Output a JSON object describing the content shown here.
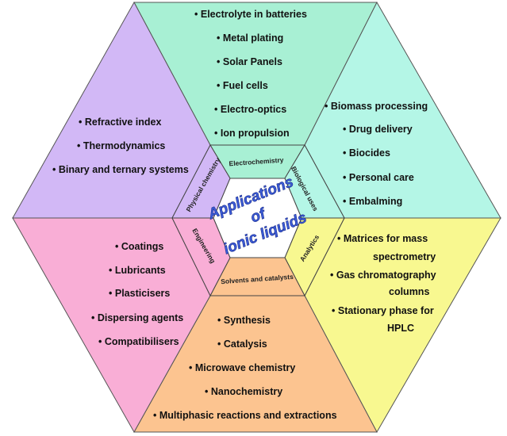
{
  "center": {
    "lines": [
      "Applications",
      "of",
      "ionic liquids"
    ],
    "color": "#3b5cd9"
  },
  "colors": {
    "top": "#a8f0d4",
    "upper_right": "#b4f6e6",
    "lower_right": "#f8f890",
    "bottom": "#fcc490",
    "lower_left": "#f9aed6",
    "upper_left": "#d2b8f6"
  },
  "sectors": [
    {
      "key": "top",
      "band": "Electrochemistry",
      "items": [
        "Electrolyte in batteries",
        "Metal plating",
        "Solar Panels",
        "Fuel cells",
        "Electro-optics",
        "Ion propulsion"
      ]
    },
    {
      "key": "upper_right",
      "band": "Biological uses",
      "items": [
        "Biomass processing",
        "Drug delivery",
        "Biocides",
        "Personal care",
        "Embalming"
      ]
    },
    {
      "key": "lower_right",
      "band": "Analytics",
      "items": [
        "Matrices for mass spectrometry",
        "Gas chromatography columns",
        "Stationary phase for HPLC"
      ]
    },
    {
      "key": "bottom",
      "band": "Solvents and catalysts",
      "items": [
        "Synthesis",
        "Catalysis",
        "Microwave chemistry",
        "Nanochemistry",
        "Multiphasic reactions and extractions"
      ]
    },
    {
      "key": "lower_left",
      "band": "Engineering",
      "items": [
        "Coatings",
        "Lubricants",
        "Plasticisers",
        "Dispersing agents",
        "Compatibilisers"
      ]
    },
    {
      "key": "upper_left",
      "band": "Physical chemistry",
      "items": [
        "Refractive index",
        "Thermodynamics",
        "Binary and ternary systems"
      ]
    }
  ]
}
